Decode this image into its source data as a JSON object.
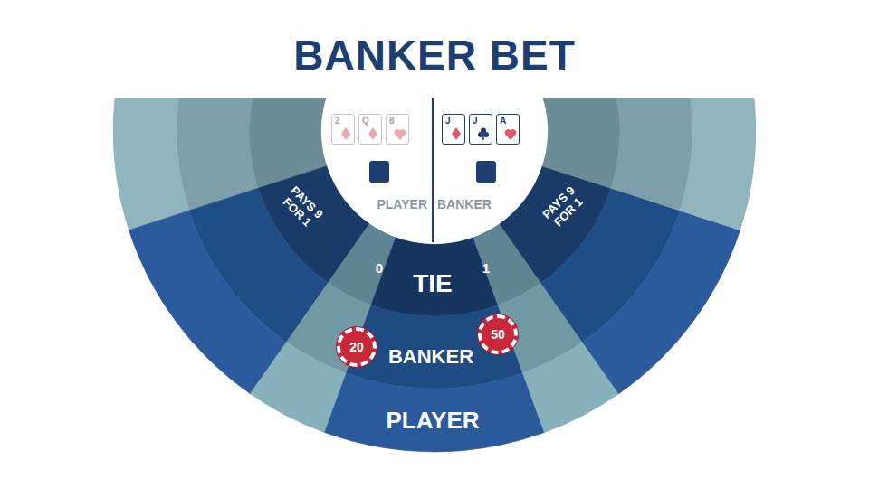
{
  "diagram": {
    "title": "BANKER BET",
    "nodes": [
      {
        "text": [
          "PLAYER"
        ]
      },
      {
        "text": [
          "2"
        ],
        "in": 0
      },
      {
        "text": [
          "Q"
        ],
        "in": 0
      },
      {
        "text": [
          "8"
        ],
        "in": 0
      },
      {
        "text": [
          "0"
        ],
        "in": 0
      },
      {
        "text": [
          "BANKER"
        ]
      },
      {
        "text": [
          "J"
        ],
        "in": 5
      },
      {
        "text": [
          "J"
        ],
        "in": 5
      },
      {
        "text": [
          "A"
        ],
        "in": 5
      },
      {
        "text": [
          "1"
        ],
        "in": 5
      },
      {
        "text": [
          "PAYS 9 FOR 1"
        ]
      },
      {
        "text": [
          "PAYS 9 FOR 1"
        ]
      },
      {
        "text": [
          "TIE"
        ]
      },
      {
        "text": [
          "BANKER"
        ]
      },
      {
        "text": [
          "20"
        ],
        "in": 13
      },
      {
        "text": [
          "50"
        ],
        "in": 13
      },
      {
        "text": [
          "PLAYER"
        ]
      }
    ]
  }
}
